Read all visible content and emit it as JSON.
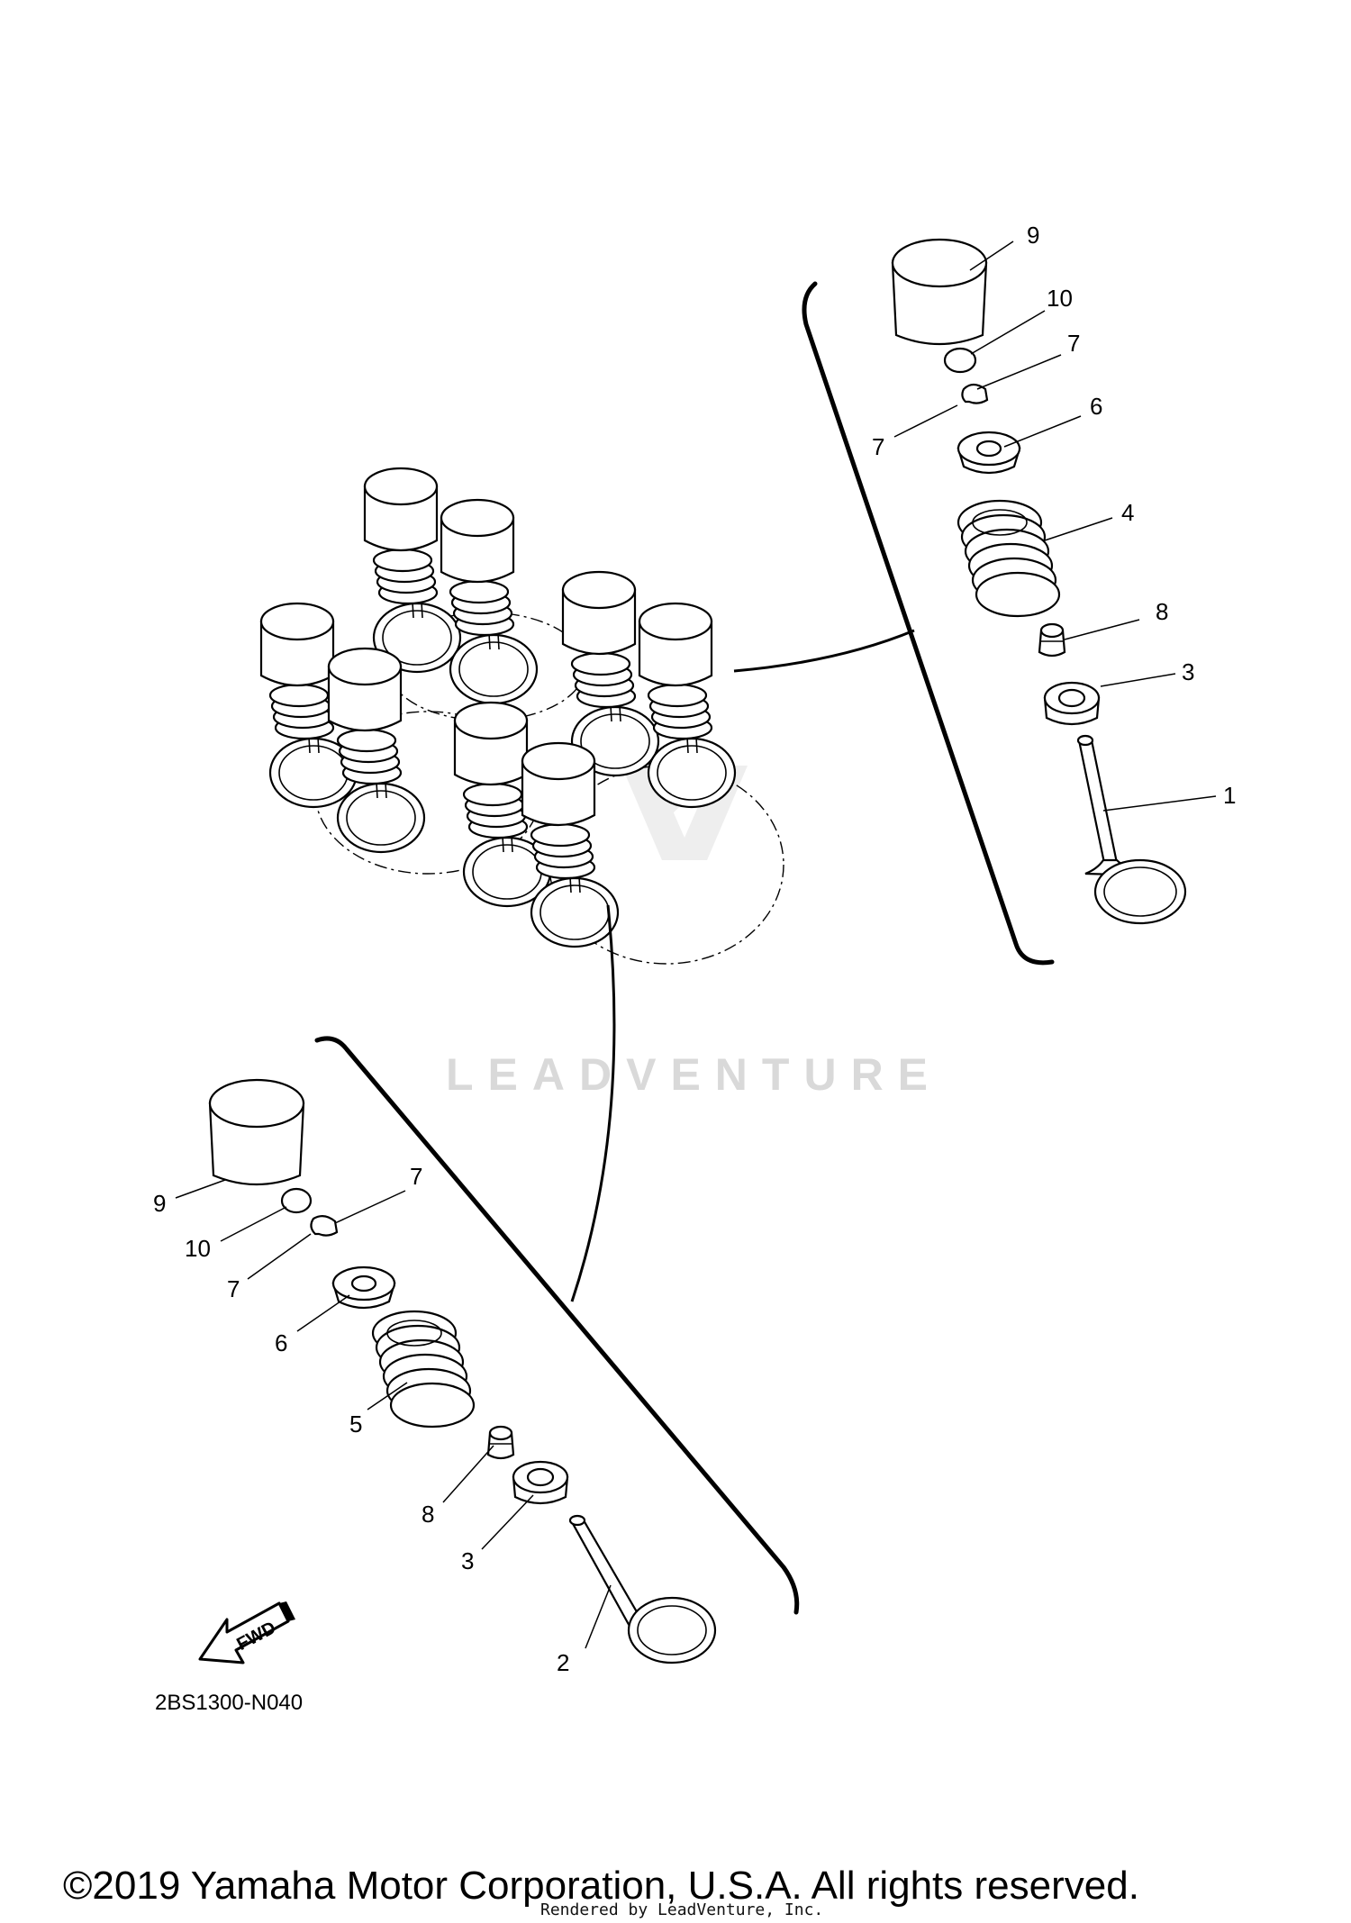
{
  "watermark": {
    "text": "LEADVENTURE"
  },
  "diagram_code": "2BS1300-N040",
  "fwd_label": "FWD",
  "copyright": "©2019 Yamaha Motor Corporation, U.S.A. All rights reserved.",
  "rendered_by": "Rendered by LeadVenture, Inc.",
  "callouts_upper": [
    "9",
    "10",
    "7",
    "7",
    "6",
    "4",
    "8",
    "3",
    "1"
  ],
  "callouts_lower": [
    "9",
    "10",
    "7",
    "7",
    "6",
    "5",
    "8",
    "3",
    "2"
  ]
}
